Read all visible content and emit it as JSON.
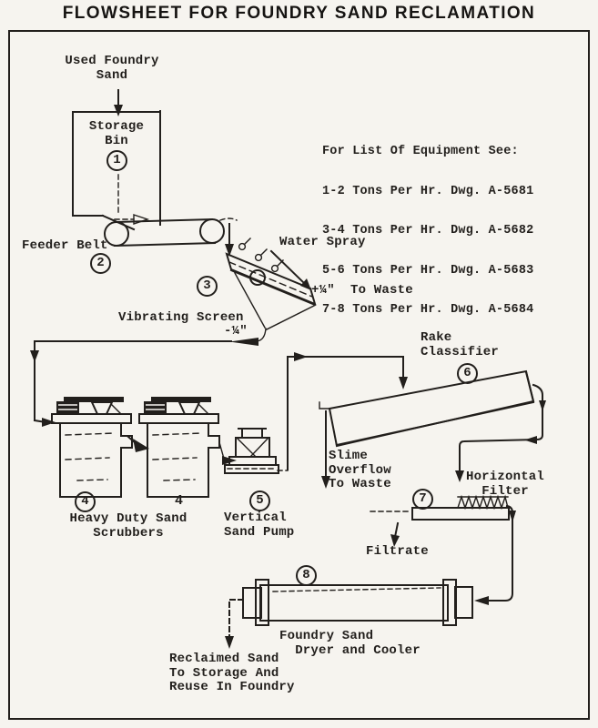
{
  "title": "FLOWSHEET FOR FOUNDRY SAND RECLAMATION",
  "colors": {
    "ink": "#221f1c",
    "paper": "#f6f4ef"
  },
  "equipment_note": {
    "heading": "For List Of Equipment See:",
    "rows": [
      "1-2 Tons Per Hr. Dwg. A-5681",
      "3-4 Tons Per Hr. Dwg. A-5682",
      "5-6 Tons Per Hr. Dwg. A-5683",
      "7-8 Tons Per Hr. Dwg. A-5684"
    ]
  },
  "streams": {
    "used_foundry_sand": "Used Foundry\nSand",
    "oversize_to_waste": "+¼\"  To Waste",
    "screen_undersize": "-¼\"",
    "slime_overflow": "Slime\nOverflow\nTo Waste",
    "filtrate": "Filtrate",
    "reclaimed_sand": "Reclaimed Sand\nTo Storage And\nReuse In Foundry"
  },
  "equipment": {
    "storage_bin": {
      "label": "Storage\nBin",
      "number": "1"
    },
    "feeder_belt": {
      "label": "Feeder Belt",
      "number": "2"
    },
    "vibrating_screen": {
      "label": "Vibrating Screen",
      "number": "3"
    },
    "water_spray": {
      "label": "Water Spray"
    },
    "scrubbers": {
      "label": "Heavy Duty Sand\nScrubbers",
      "number_first": "4",
      "number_second": "4"
    },
    "sand_pump": {
      "label": "Vertical\nSand Pump",
      "number": "5"
    },
    "rake_classifier": {
      "label": "Rake\nClassifier",
      "number": "6"
    },
    "horizontal_filter": {
      "label": "Horizontal\nFilter",
      "number": "7"
    },
    "dryer_cooler": {
      "label": "Foundry Sand\n  Dryer and Cooler",
      "number": "8"
    }
  }
}
